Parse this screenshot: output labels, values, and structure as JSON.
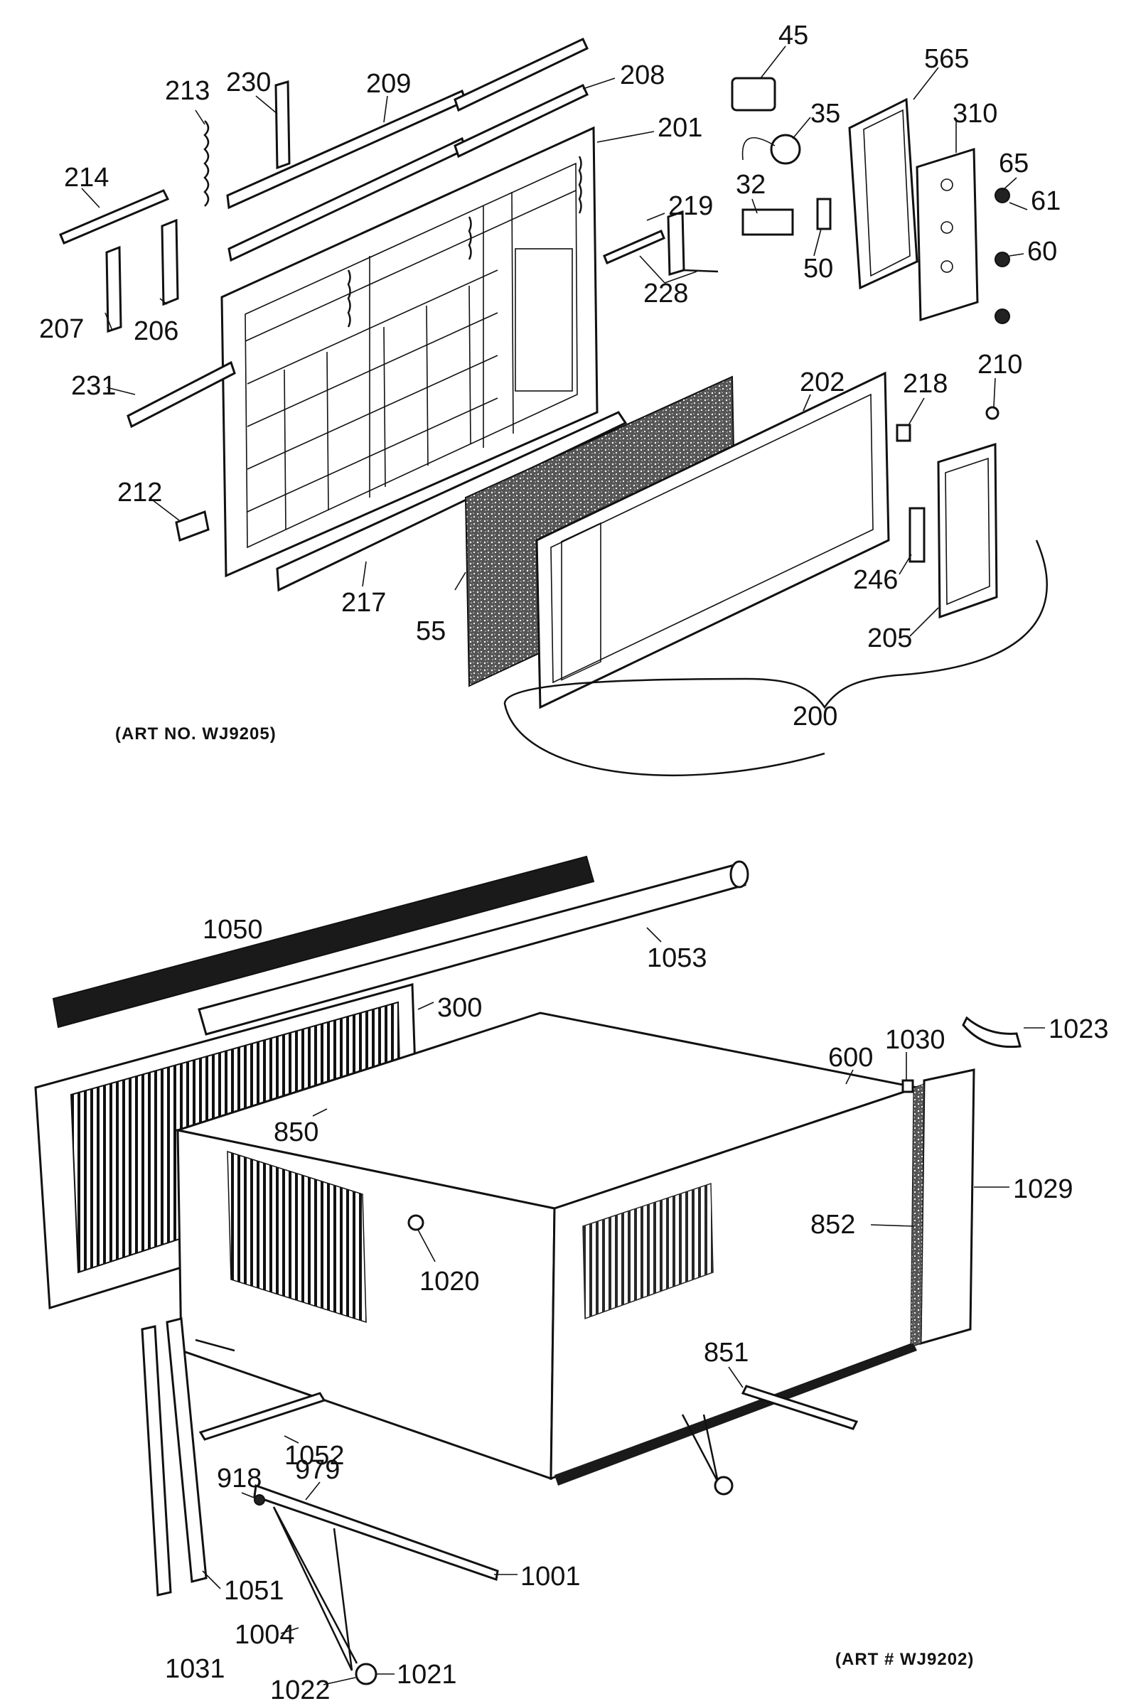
{
  "diagram": {
    "top_art_no": "(ART NO. WJ9205)",
    "bottom_art_no": "(ART # WJ9202)",
    "callouts": {
      "c45": "45",
      "c565": "565",
      "c35": "35",
      "c310": "310",
      "c65": "65",
      "c61": "61",
      "c32": "32",
      "c60": "60",
      "c50": "50",
      "c213": "213",
      "c230": "230",
      "c209": "209",
      "c208": "208",
      "c201": "201",
      "c214": "214",
      "c219": "219",
      "c228": "228",
      "c207": "207",
      "c206": "206",
      "c231": "231",
      "c202": "202",
      "c218": "218",
      "c210": "210",
      "c212": "212",
      "c217": "217",
      "c55": "55",
      "c246": "246",
      "c205": "205",
      "c200": "200",
      "c1050": "1050",
      "c1053": "1053",
      "c300": "300",
      "c1023": "1023",
      "c1030": "1030",
      "c600": "600",
      "c850": "850",
      "c1029": "1029",
      "c852": "852",
      "c1020": "1020",
      "c851": "851",
      "c1052": "1052",
      "c918": "918",
      "c979": "979",
      "c1001": "1001",
      "c1051": "1051",
      "c1004": "1004",
      "c1031": "1031",
      "c1021": "1021",
      "c1022": "1022"
    }
  }
}
